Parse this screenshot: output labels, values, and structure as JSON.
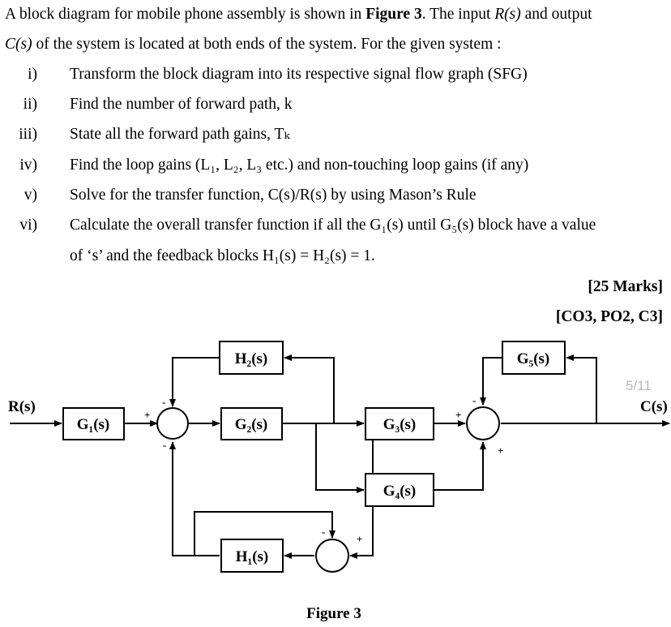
{
  "question": {
    "intro_line1_a": "A block diagram for mobile phone assembly is shown in ",
    "intro_line1_fig": "Figure 3",
    "intro_line1_b": ". The input ",
    "intro_line1_rs": "R(s)",
    "intro_line1_c": " and output",
    "intro_line2_cs": "C(s)",
    "intro_line2_b": " of the system is located at both ends of the system. For the given system :",
    "items": [
      {
        "num": "i)",
        "text": "Transform the block diagram into its respective signal flow graph (SFG)"
      },
      {
        "num": "ii)",
        "text": "Find the number of forward path, k"
      },
      {
        "num": "iii)",
        "text": "State all the forward path gains, Tₖ"
      },
      {
        "num": "iv)",
        "text": "Find the loop gains (L₁, L₂, L₃ etc.) and non-touching loop gains (if any)"
      },
      {
        "num": "v)",
        "text": "Solve for the transfer function, C(s)/R(s) by using Mason’s Rule"
      },
      {
        "num": "vi)",
        "text": "Calculate the overall transfer function if all the G₁(s) until G₅(s) block have a value"
      }
    ],
    "item6_cont": "of ‘s’ and the feedback blocks H₁(s) = H₂(s) = 1.",
    "marks": "[25 Marks]",
    "course_outcomes": "[CO3, PO2, C3]"
  },
  "diagram": {
    "input_label": "R(s)",
    "output_label": "C(s)",
    "blocks": {
      "g1": "G₁(s)",
      "g2": "G₂(s)",
      "g3": "G₃(s)",
      "g4": "G₄(s)",
      "g5": "G₅(s)",
      "h1": "H₁(s)",
      "h2": "H₂(s)"
    },
    "signs": {
      "sum1_left": "+",
      "sum1_top": "-",
      "sum1_bottom": "-",
      "sum2_left": "+",
      "sum2_top": "-",
      "sum2_bottom": "+",
      "sum3_top": "-",
      "sum3_right": "+"
    },
    "caption": "Figure 3",
    "watermark": "5/11"
  }
}
